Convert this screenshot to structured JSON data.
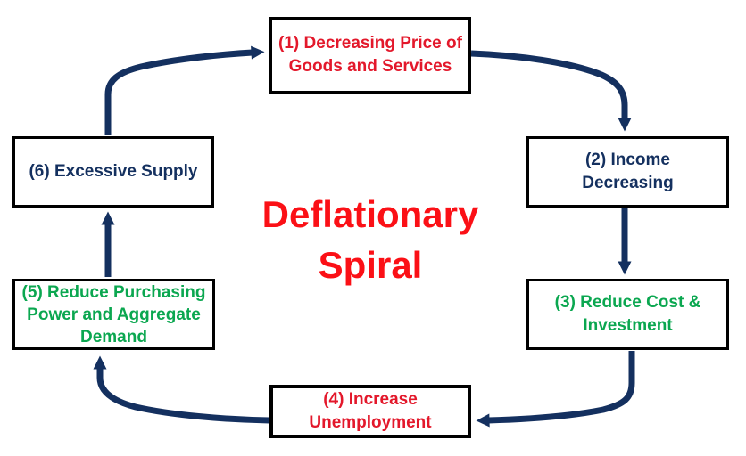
{
  "diagram": {
    "title": "Deflationary\nSpiral",
    "title_color": "#fb1016",
    "background_color": "#ffffff",
    "box_border_color": "#000000",
    "arrow_color": "#14305f",
    "nodes": [
      {
        "id": 1,
        "text": "(1) Decreasing Price of\nGoods and Services",
        "text_color": "#e3182b",
        "position": "top-center"
      },
      {
        "id": 2,
        "text": "(2) Income\nDecreasing",
        "text_color": "#14305f",
        "position": "right-upper"
      },
      {
        "id": 3,
        "text": "(3) Reduce Cost &\nInvestment",
        "text_color": "#0ba750",
        "position": "right-lower"
      },
      {
        "id": 4,
        "text": "(4) Increase\nUnemployment",
        "text_color": "#e3182b",
        "position": "bottom-center"
      },
      {
        "id": 5,
        "text": "(5) Reduce Purchasing\nPower and Aggregate\nDemand",
        "text_color": "#0ba750",
        "position": "left-lower"
      },
      {
        "id": 6,
        "text": "(6) Excessive Supply",
        "text_color": "#14305f",
        "position": "left-upper"
      }
    ],
    "edges": [
      {
        "from": 1,
        "to": 2
      },
      {
        "from": 2,
        "to": 3
      },
      {
        "from": 3,
        "to": 4
      },
      {
        "from": 4,
        "to": 5
      },
      {
        "from": 5,
        "to": 6
      },
      {
        "from": 6,
        "to": 1
      }
    ]
  }
}
